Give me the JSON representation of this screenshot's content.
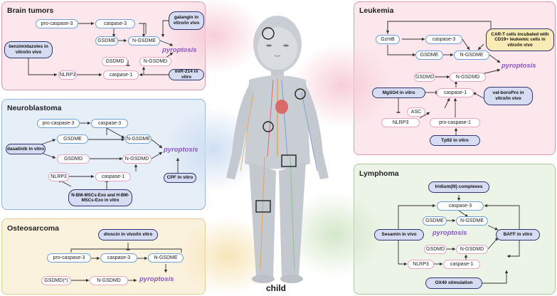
{
  "child_label": "child",
  "pyroptosis_label": "pyroptosis",
  "panels": {
    "brain": {
      "title": "Brain tumors",
      "pro_caspase3": "pro-caspase-3",
      "caspase3": "caspase-3",
      "gsdme": "GSDME",
      "n_gsdme": "N-GSDME",
      "gsdmd": "GSDMD",
      "n_gsdmd": "N-GSDMD",
      "nlrp3": "NLRP3",
      "caspase1": "caspase-1",
      "galangin": "galangin in vitro/in vivo",
      "benzimidazoles": "benzimidazoles in vitro/in vivo",
      "mir214": "miR-214 in vitro"
    },
    "neuroblastoma": {
      "title": "Neuroblastoma",
      "pro_caspase3": "pro-caspase-3",
      "caspase3": "caspase-3",
      "gsdme": "GSDME",
      "n_gsdme": "N-GSDME",
      "gsdmd": "GSDMD",
      "n_gsdmd": "N-GSDMD",
      "nlrp3": "NLRP3",
      "caspase1": "caspase-1",
      "dasatinib": "dasatinib in vitro",
      "cpf": "CPF in vitro",
      "exo": "N-BM-MSCs-Exo and H-BM-MSCs-Exo in vitro"
    },
    "osteosarcoma": {
      "title": "Osteosarcoma",
      "dioscin": "dioscin in vivo/in vitro",
      "pro_caspase3": "pro-caspase-3",
      "caspase3": "caspase-3",
      "n_gsdme": "N-GSDME",
      "gsdmd_star": "GSDMD(*)",
      "n_gsdmd": "N-GSDMD"
    },
    "leukemia": {
      "title": "Leukemia",
      "gzmb": "GzmB",
      "caspase3": "caspase-3",
      "gsdme": "GSDME",
      "n_gsdme": "N-GSDME",
      "gsdmd": "GSDMD",
      "n_gsdmd": "N-GSDMD",
      "caspase1": "caspase-1",
      "asc": "ASC",
      "nlrp3": "NLRP3",
      "pro_caspase1": "pro-caspase-1",
      "cart": "CAR-T cells incubated with CD19+ leukemic cells in vitro/in vivo",
      "mgso4": "MgSO4 in vitro",
      "valboro": "val-boroPro in vitro/in vivo",
      "tp92": "Tp92 in vitro"
    },
    "lymphoma": {
      "title": "Lymphoma",
      "iridium": "Iridium(III) complexes",
      "caspase3": "caspase-3",
      "gsdme": "GSDME",
      "n_gsdme": "N-GSDME",
      "gsdmd": "GSDMD",
      "n_gsdmd": "N-GSDMD",
      "nlrp3": "NLRP3",
      "caspase1": "caspase-1",
      "sesamin": "Sesamin in vivo",
      "baff": "BAFF in vitro",
      "ox40": "OX40 stimulation"
    }
  },
  "colors": {
    "brain_border": "#e09aaa",
    "brain_bg": "#fbe7ec",
    "neuro_border": "#8fb3d9",
    "neuro_bg": "#e6eef8",
    "osteo_border": "#e3c98a",
    "osteo_bg": "#fbf2dd",
    "leuk_border": "#e09aaa",
    "leuk_bg": "#fbe7ec",
    "lymph_border": "#a8c99a",
    "lymph_bg": "#ecf4e7",
    "pyroptosis": "#8b55c8",
    "drug_border": "#2f3570"
  }
}
